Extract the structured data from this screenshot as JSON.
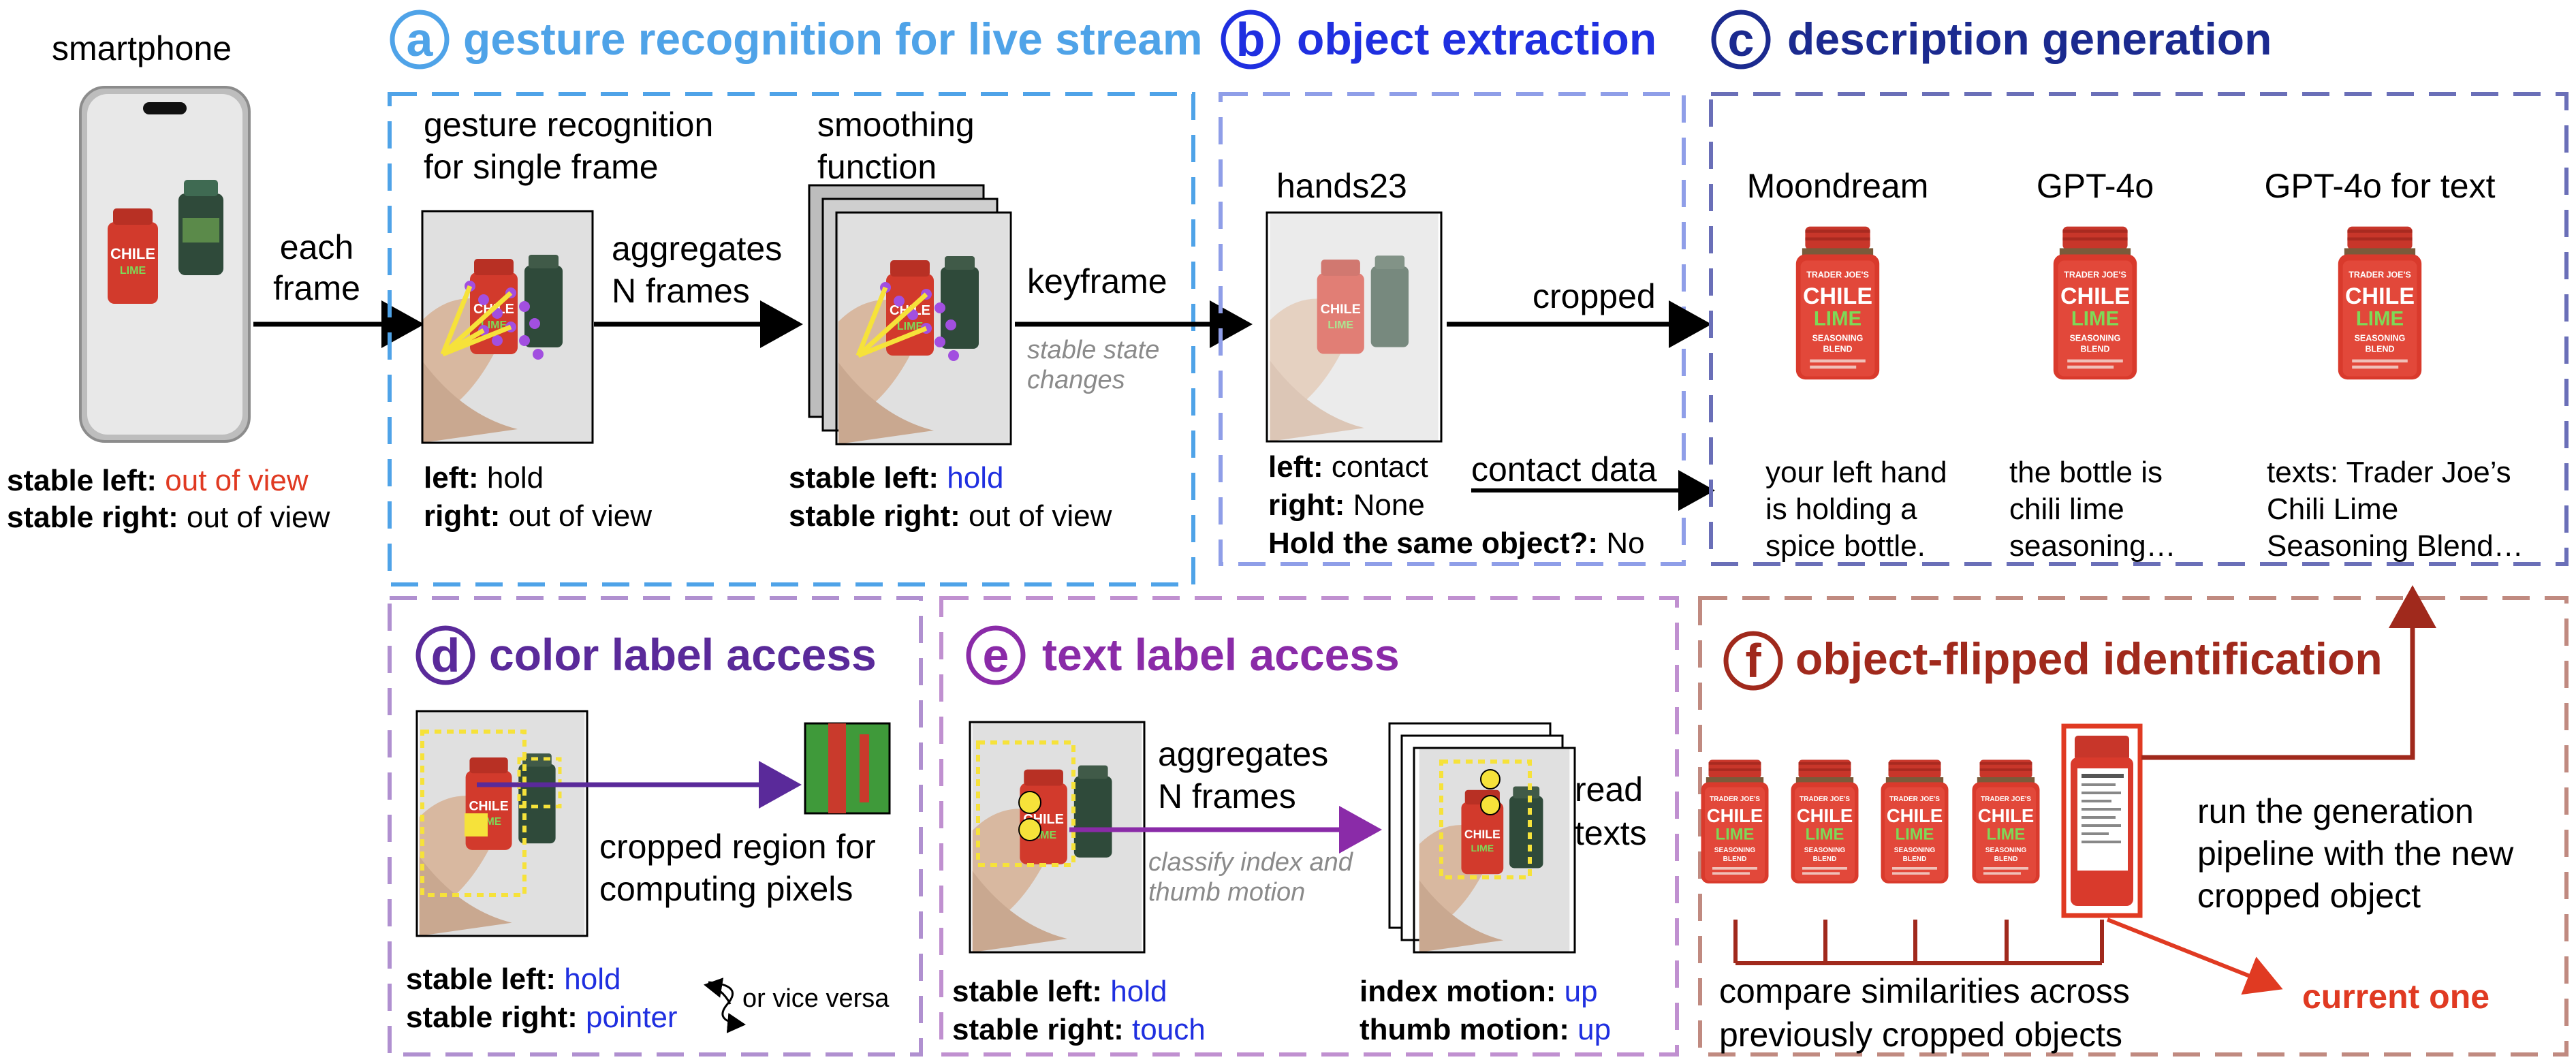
{
  "colors": {
    "a": "#4fa3e8",
    "b": "#1f2fe0",
    "c": "#1b2a8f",
    "d": "#5a2a9a",
    "e": "#8a2ba8",
    "f": "#a0291c",
    "value_blue": "#1f2fe0",
    "value_red": "#e03a22"
  },
  "smartphone": {
    "title": "smartphone",
    "each_frame": [
      "each",
      "frame"
    ],
    "stable_left_key": "stable left:",
    "stable_left_val": "out of view",
    "stable_right_key": "stable right:",
    "stable_right_val": "out of view"
  },
  "section_a": {
    "letter": "a",
    "title": "gesture recognition for live stream",
    "single_frame": [
      "gesture recognition",
      "for single frame"
    ],
    "aggregates": [
      "aggregates",
      "N frames"
    ],
    "smoothing": [
      "smoothing",
      "function"
    ],
    "keyframe": "keyframe",
    "stable_note": [
      "stable state",
      "changes"
    ],
    "left_key": "left:",
    "left_val": "hold",
    "right_key": "right:",
    "right_val": "out of view",
    "stable_left_key": "stable left:",
    "stable_left_val": "hold",
    "stable_right_key": "stable right:",
    "stable_right_val": "out of view"
  },
  "section_b": {
    "letter": "b",
    "title": "object extraction",
    "model": "hands23",
    "cropped": "cropped",
    "contact_data": "contact data",
    "left_key": "left:",
    "left_val": "contact",
    "right_key": "right:",
    "right_val": "None",
    "same_key": "Hold the same object?:",
    "same_val": "No"
  },
  "section_c": {
    "letter": "c",
    "title": "description generation",
    "columns": [
      {
        "model": "Moondream",
        "text": [
          "your left hand",
          "is holding a",
          "spice bottle."
        ]
      },
      {
        "model": "GPT-4o",
        "text": [
          "the bottle is",
          "chili lime",
          "seasoning…"
        ]
      },
      {
        "model": "GPT-4o for text",
        "text": [
          "texts: Trader Joe’s",
          "Chili Lime",
          "Seasoning Blend…"
        ]
      }
    ]
  },
  "section_d": {
    "letter": "d",
    "title": "color label access",
    "cropped_region": [
      "cropped region for",
      "computing pixels"
    ],
    "stable_left_key": "stable left:",
    "stable_left_val": "hold",
    "stable_right_key": "stable right:",
    "stable_right_val": "pointer",
    "vice_versa": "or vice versa"
  },
  "section_e": {
    "letter": "e",
    "title": "text label access",
    "aggregates": [
      "aggregates",
      "N frames"
    ],
    "classify_note": [
      "classify index and",
      "thumb motion"
    ],
    "read_texts": [
      "read",
      "texts"
    ],
    "stable_left_key": "stable left:",
    "stable_left_val": "hold",
    "stable_right_key": "stable right:",
    "stable_right_val": "touch",
    "index_key": "index motion:",
    "index_val": "up",
    "thumb_key": "thumb motion:",
    "thumb_val": "up"
  },
  "section_f": {
    "letter": "f",
    "title": "object-flipped identification",
    "run_text": [
      "run the generation",
      "pipeline with the new",
      "cropped object"
    ],
    "compare_text": [
      "compare similarities across",
      "previously cropped objects"
    ],
    "current": "current one"
  },
  "jar": {
    "brand": "TRADER JOE'S",
    "name1": "CHILE",
    "name2": "LIME",
    "sub1": "SEASONING",
    "sub2": "BLEND"
  }
}
